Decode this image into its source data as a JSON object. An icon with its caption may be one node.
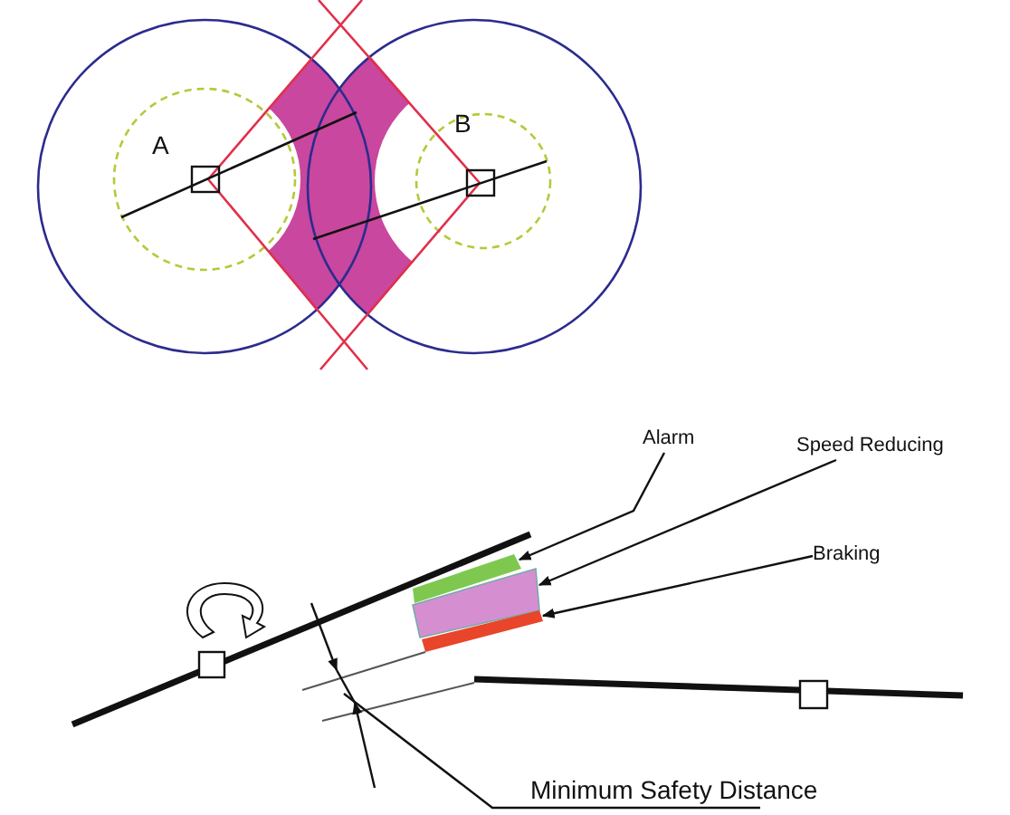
{
  "diagram": {
    "nodes": [
      {
        "text": [
          "Alarm"
        ]
      },
      {
        "text": [
          "Speed Reducing"
        ]
      },
      {
        "text": [
          "Braking"
        ]
      },
      {
        "text": [],
        "shape": "bar"
      },
      {
        "text": [],
        "shape": "box"
      },
      {
        "text": [],
        "shape": "bar"
      },
      {
        "text": [
          "Minimum Safety Distance"
        ]
      }
    ],
    "edges": [
      {
        "from": 0,
        "to": 3,
        "arrow": "to"
      },
      {
        "from": 1,
        "to": 4,
        "arrow": "to"
      },
      {
        "from": 2,
        "to": 5,
        "arrow": "to"
      },
      {
        "from": 6,
        "to": null,
        "arrow": "none"
      }
    ],
    "labels": [
      "A",
      "B"
    ]
  }
}
